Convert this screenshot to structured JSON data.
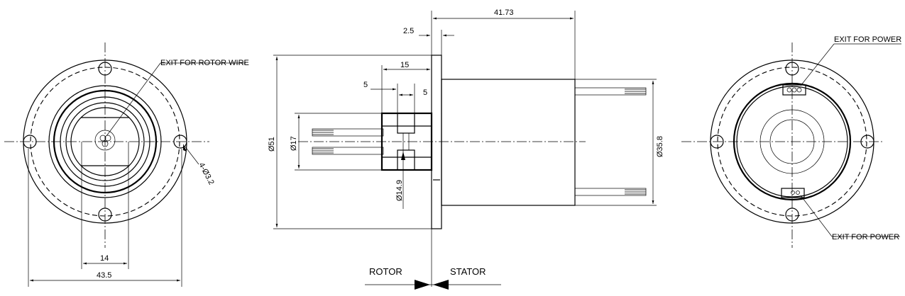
{
  "front_view": {
    "exit_label": "EXIT FOR ROTOR WIRE",
    "inner_dim": "14",
    "outer_dim": "43.5",
    "hole_dim": "4-Ø3.2"
  },
  "side_view": {
    "length_dim": "41.73",
    "flange_dim": "2.5",
    "rotor_length_dim": "15",
    "groove_dim_a": "5",
    "groove_dim_b": "5",
    "flange_diameter_dim": "Ø51",
    "rotor_outer_dim": "Ø17",
    "rotor_inner_dim": "Ø14.9",
    "stator_diameter_dim": "Ø35.8",
    "rotor_label": "ROTOR",
    "stator_label": "STATOR"
  },
  "rear_view": {
    "exit_top_label": "EXIT FOR POWER",
    "exit_bottom_label": "EXIT FOR POWER"
  }
}
